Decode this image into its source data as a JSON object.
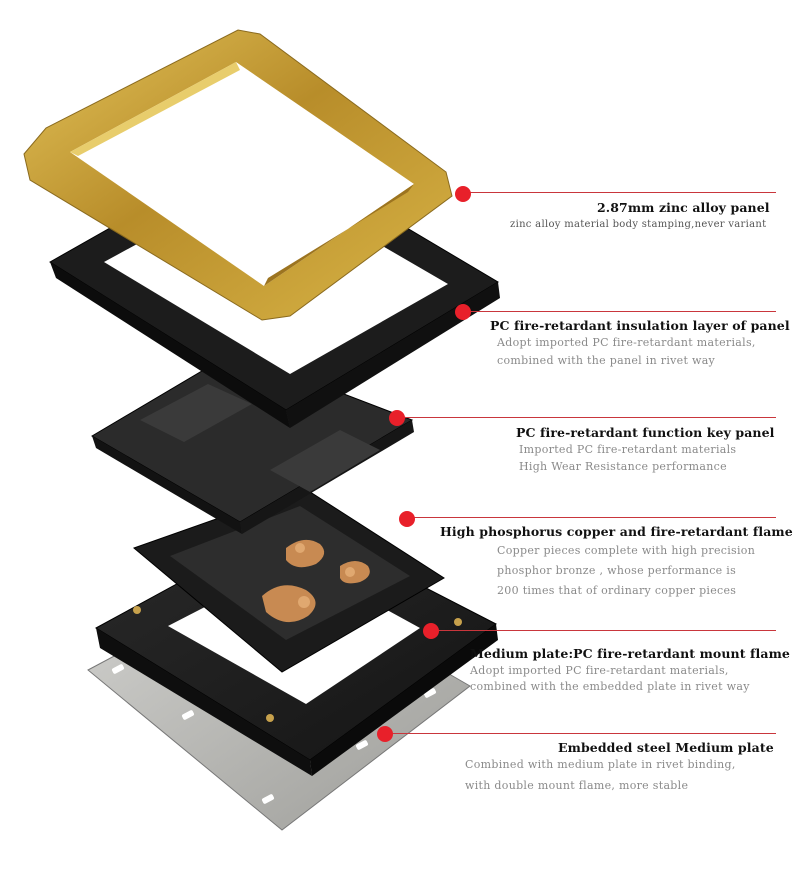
{
  "callouts": [
    {
      "title": "2.87mm zinc alloy panel",
      "lines": [
        "zinc alloy material body stamping,never variant"
      ]
    },
    {
      "title": "PC fire-retardant insulation layer of panel",
      "lines": [
        "Adopt imported PC fire-retardant materials,",
        "combined with the panel in rivet way"
      ]
    },
    {
      "title": "PC fire-retardant  function key panel",
      "lines": [
        "Imported PC fire-retardant materials",
        "High Wear Resistance performance"
      ]
    },
    {
      "title": "High phosphorus copper and fire-retardant flame",
      "lines": [
        "Copper pieces complete with high precision",
        "phosphor bronze , whose performance is",
        "200 times that of ordinary copper pieces"
      ]
    },
    {
      "title": "Medium plate:PC fire-retardant mount flame",
      "lines": [
        "Adopt imported PC fire-retardant materials,",
        "combined with the embedded plate in rivet way"
      ]
    },
    {
      "title": "Embedded steel Medium plate",
      "lines": [
        "Combined with medium plate in rivet binding,",
        "with  double mount flame, more stable"
      ]
    }
  ],
  "colors": {
    "accent_dot": "#e8202a",
    "leader_line": "#c9363c",
    "gold_frame": "#c9a53a",
    "plastic": "#1e1e1e",
    "steel": "#b4b4b0",
    "copper": "#c88a52"
  }
}
